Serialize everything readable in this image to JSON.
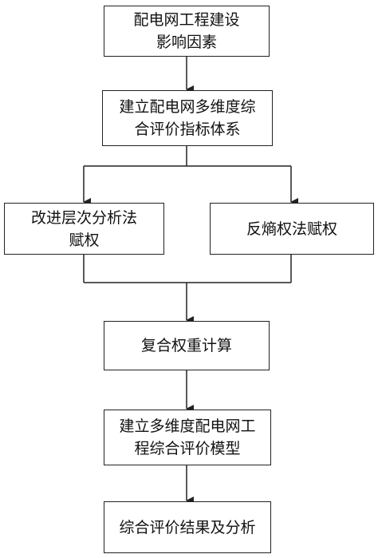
{
  "flow": {
    "step1": {
      "line1": "配电网工程建设",
      "line2": "影响因素"
    },
    "step2": {
      "line1": "建立配电网多维度综",
      "line2": "合评价指标体系"
    },
    "left_branch": {
      "line1": "改进层次分析法",
      "line2": "赋权"
    },
    "right_branch": {
      "text": "反熵权法赋权"
    },
    "step4": {
      "text": "复合权重计算"
    },
    "step5": {
      "line1": "建立多维度配电网工",
      "line2": "程综合评价模型"
    },
    "step6": {
      "text": "综合评价结果及分析"
    }
  }
}
